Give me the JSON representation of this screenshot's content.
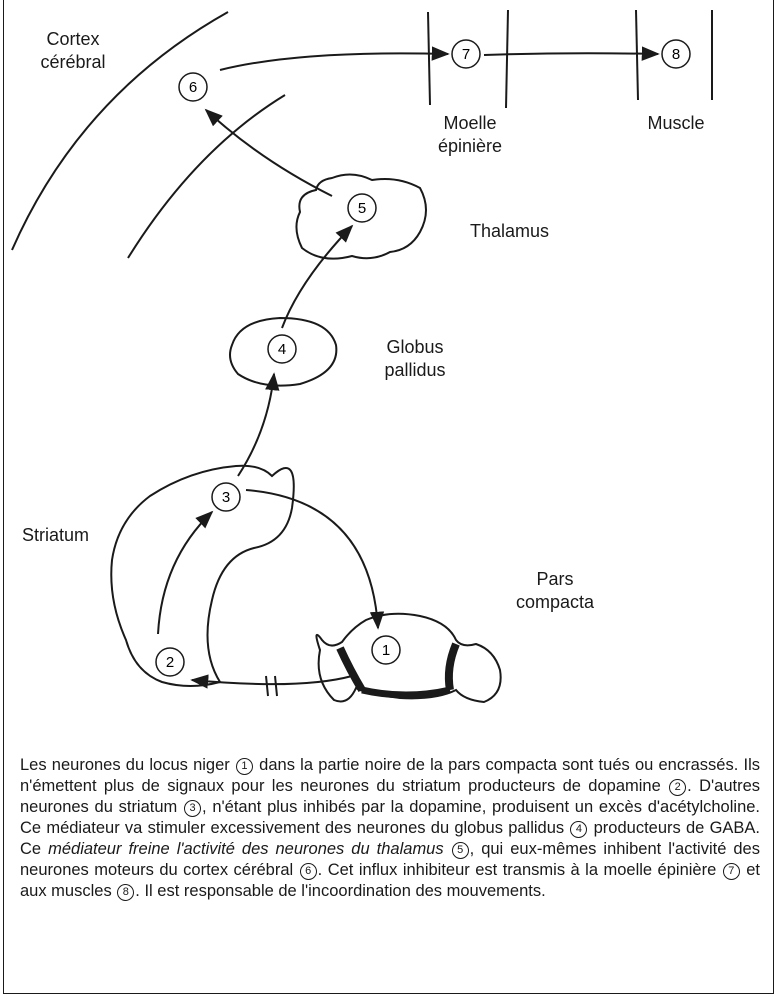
{
  "labels": {
    "cortex_line1": "Cortex",
    "cortex_line2": "cérébral",
    "moelle_line1": "Moelle",
    "moelle_line2": "épinière",
    "muscle": "Muscle",
    "thalamus": "Thalamus",
    "globus_line1": "Globus",
    "globus_line2": "pallidus",
    "striatum": "Striatum",
    "pars_line1": "Pars",
    "pars_line2": "compacta"
  },
  "nodes": {
    "n1": "1",
    "n2": "2",
    "n3": "3",
    "n4": "4",
    "n5": "5",
    "n6": "6",
    "n7": "7",
    "n8": "8"
  },
  "caption": {
    "s1": "Les neurones du locus niger",
    "c1": "1",
    "s2": "dans la partie noire de la pars compacta sont tués ou encrassés. Ils n'émettent plus de signaux pour les neurones du striatum producteurs de dopamine",
    "c2": "2",
    "s3": ". D'autres neurones du striatum",
    "c3": "3",
    "s4": ", n'étant plus inhibés par la dopamine, produisent un excès d'acétylcholine. Ce médiateur va stimuler excessivement des neurones du globus pallidus",
    "c4": "4",
    "s5": "producteurs de GABA. Ce",
    "s5i": "médiateur freine l'activité des neurones du thalamus",
    "c5": "5",
    "s6": ", qui eux-mêmes inhibent l'activité des neurones moteurs du cortex cérébral",
    "c6": "6",
    "s7": ". Cet influx inhibiteur est transmis à la moelle épinière",
    "c7": "7",
    "s8": "et aux muscles",
    "c8": "8",
    "s9": ". Il est responsable de l'incoordination des mouvements."
  },
  "colors": {
    "ink": "#1a1a1a",
    "background": "#ffffff"
  }
}
